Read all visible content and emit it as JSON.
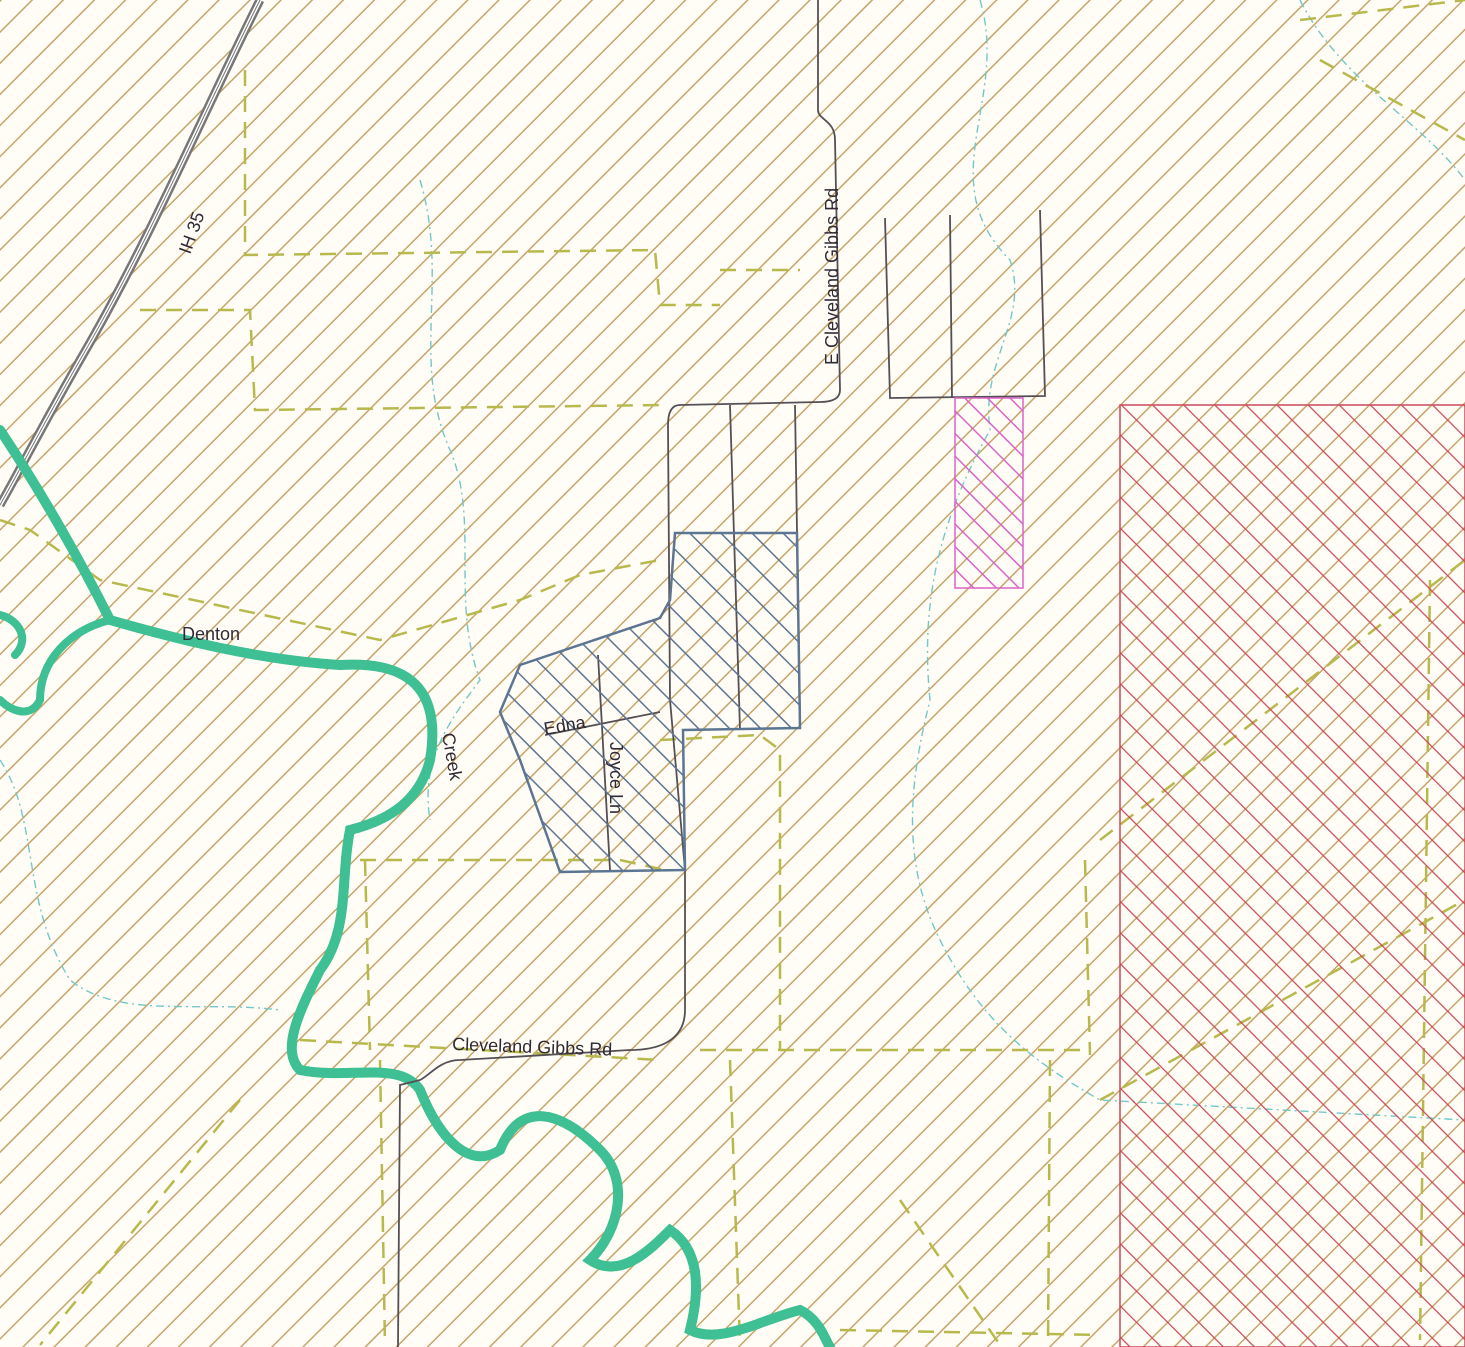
{
  "map": {
    "colors": {
      "background": "#fffdf5",
      "zone_hatch": "#c19a5c",
      "zone_blue": "#5c7592",
      "zone_pink": "#d865c8",
      "zone_red": "#c94a5c",
      "boundary_dashed": "#b8b84d",
      "creek": "#3fbf94",
      "road": "#555055",
      "contour": "#72c8c8",
      "highway": "#777777"
    },
    "labels": {
      "highway": "IH 35",
      "creek_upper": "Denton",
      "creek_lower": "Creek",
      "road_north": "E Cleveland Gibbs Rd",
      "road_south": "Cleveland Gibbs Rd",
      "street_edna": "Edna",
      "street_joyce": "Joyce Ln"
    },
    "features": {
      "highway_icon": "highway-icon",
      "creek_icon": "creek-icon",
      "road_icon": "road-icon"
    }
  }
}
